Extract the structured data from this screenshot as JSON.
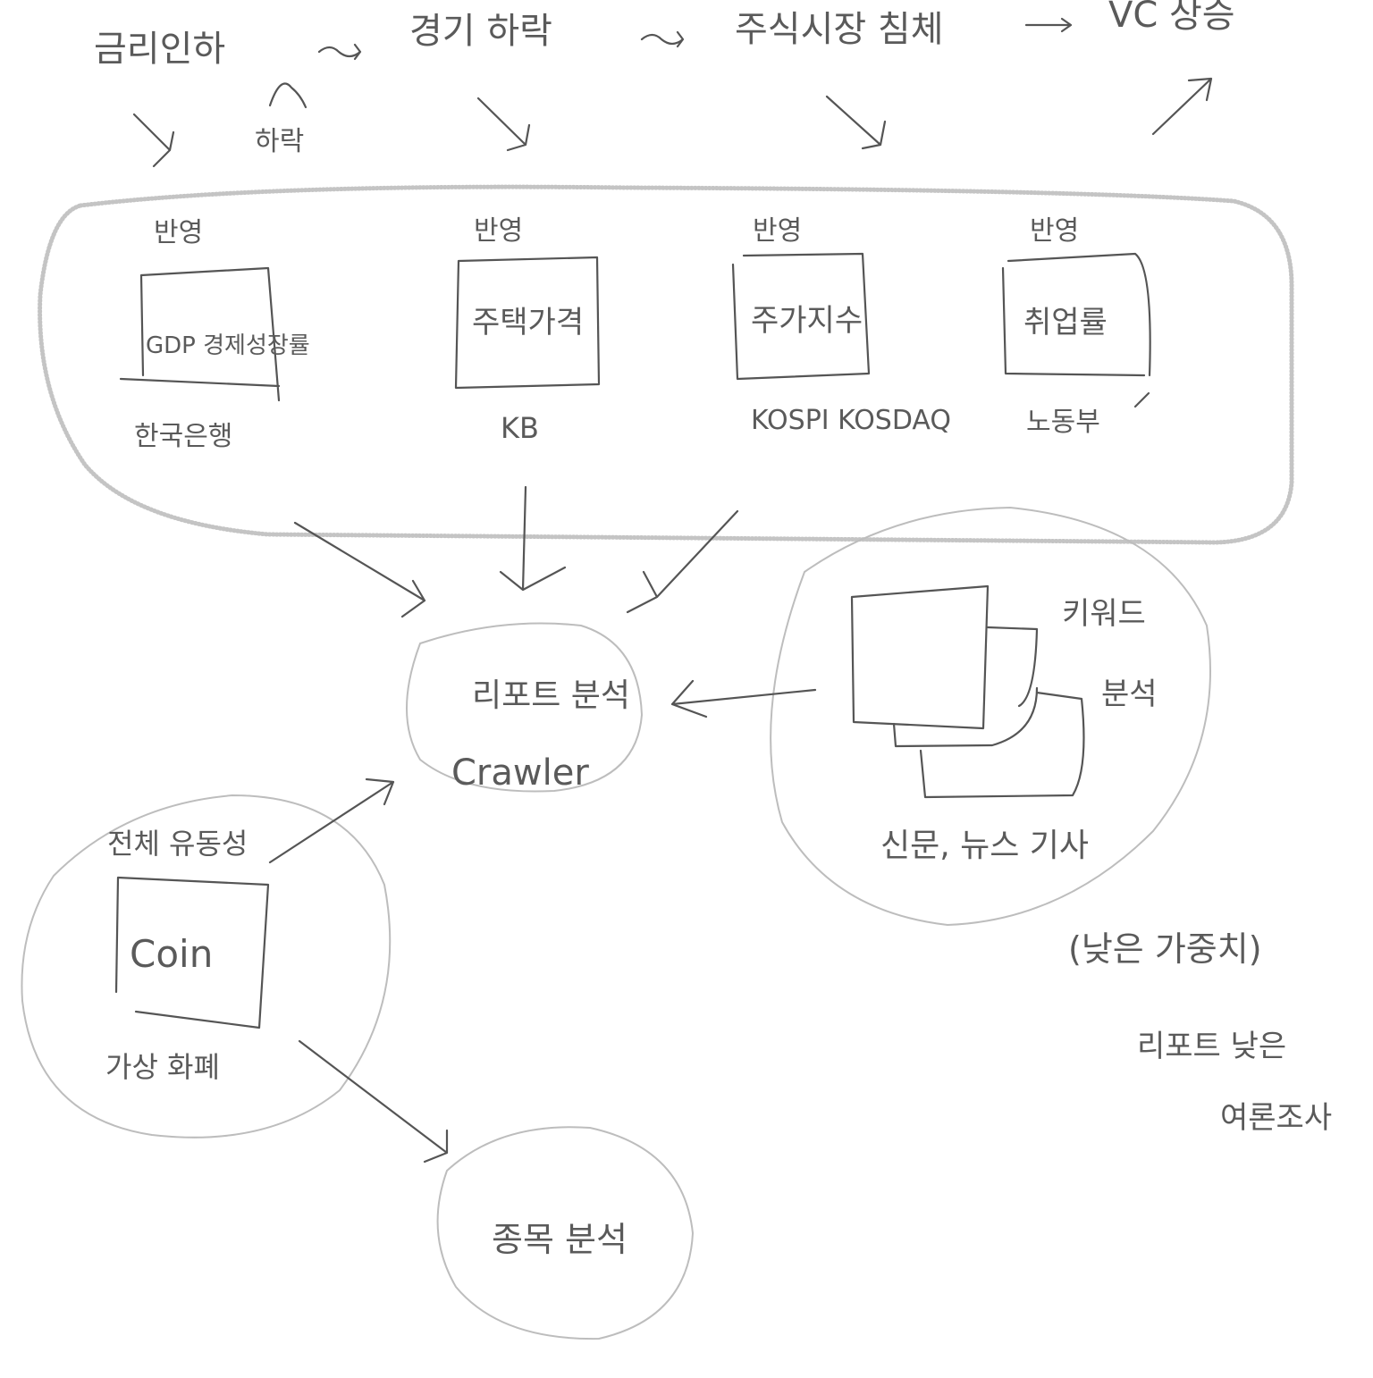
{
  "flow_top": {
    "stage1": "금리인하",
    "stage2": "경기 하락",
    "stage3": "주식시장 침체",
    "stage4": "VC 상승",
    "sub_note": "하락"
  },
  "indicators": [
    {
      "header": "반영",
      "box": "GDP 경제성장률",
      "source": "한국은행"
    },
    {
      "header": "반영",
      "box": "주택가격",
      "source": "KB"
    },
    {
      "header": "반영",
      "box": "주가지수",
      "source": "KOSPI KOSDAQ"
    },
    {
      "header": "반영",
      "box": "취업률",
      "source": "노동부"
    }
  ],
  "crawler_node": {
    "title": "리포트 분석",
    "subtitle": "Crawler"
  },
  "keyword_node": {
    "label1": "키워드",
    "label2": "분석",
    "caption": "신문, 뉴스 기사"
  },
  "weight_note": "(낮은 가중치)",
  "side_note": [
    "리포트 낮은",
    "여론조사"
  ],
  "coin_node": {
    "header": "전체 유동성",
    "box": "Coin",
    "caption": "가상 화폐"
  },
  "final_node": {
    "label": "종목 분석"
  }
}
